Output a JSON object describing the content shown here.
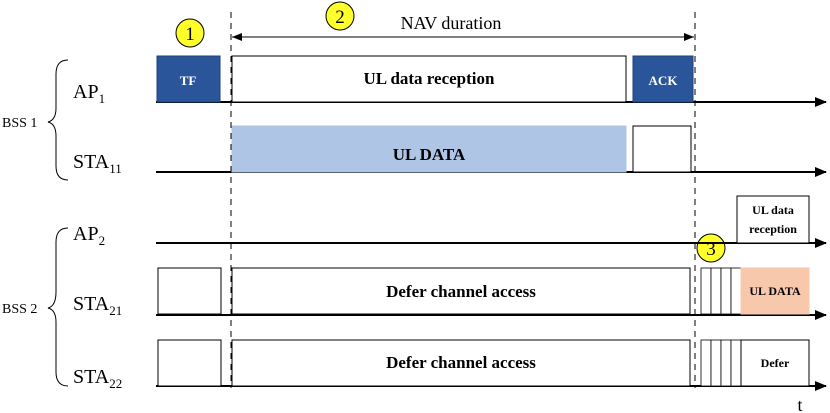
{
  "nav_label": "NAV duration",
  "markers": [
    "1",
    "2",
    "3"
  ],
  "bss": [
    {
      "label": "BSS 1"
    },
    {
      "label": "BSS 2"
    }
  ],
  "stations": [
    {
      "name": "AP",
      "sub": "1"
    },
    {
      "name": "STA",
      "sub": "11"
    },
    {
      "name": "AP",
      "sub": "2"
    },
    {
      "name": "STA",
      "sub": "21"
    },
    {
      "name": "STA",
      "sub": "22"
    }
  ],
  "blocks": {
    "tf": "TF",
    "ul_reception": "UL data reception",
    "ack": "ACK",
    "ul_data": "UL DATA",
    "ap2_reception_line1": "UL data",
    "ap2_reception_line2": "reception",
    "defer_21": "Defer channel access",
    "ul_data_21": "UL DATA",
    "defer_22": "Defer channel access",
    "defer_short": "Defer"
  },
  "time_label": "t",
  "colors": {
    "tf_ack": "#2b559a",
    "ul_data": "#afc5e6",
    "ul_data_21": "#f8c8ac",
    "marker": "#ffff2a"
  }
}
